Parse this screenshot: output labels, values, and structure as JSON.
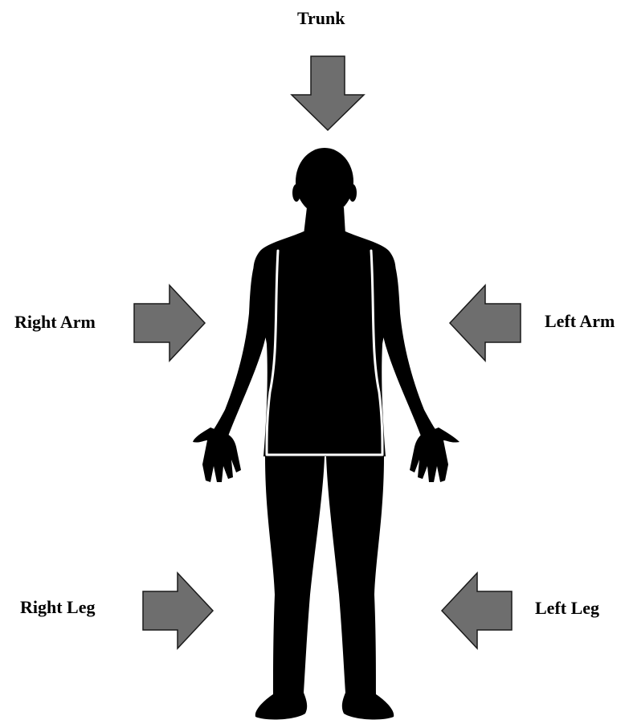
{
  "labels": {
    "trunk": "Trunk",
    "right_arm": "Right Arm",
    "left_arm": "Left Arm",
    "right_leg": "Right Leg",
    "left_leg": "Left Leg"
  },
  "colors": {
    "arrow_fill": "#6e6e6e",
    "arrow_stroke": "#1a1a1a",
    "body_fill": "#000000",
    "segment_lines": "#ffffff"
  },
  "icons": {
    "arrow": "arrow-icon",
    "body": "human-silhouette-icon"
  }
}
